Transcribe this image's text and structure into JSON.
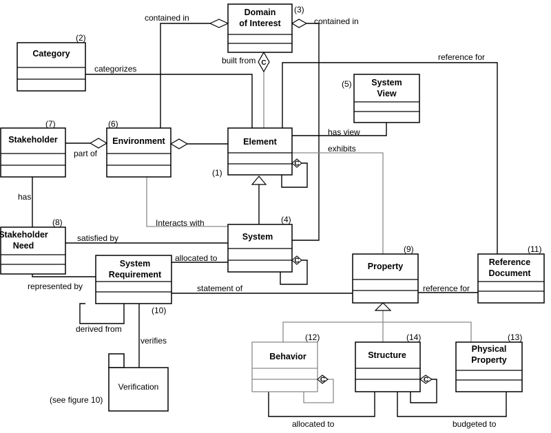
{
  "classes": {
    "domain_of_interest": {
      "line1": "Domain",
      "line2": "of Interest",
      "number": "(3)"
    },
    "category": {
      "line1": "Category",
      "number": "(2)"
    },
    "system_view": {
      "line1": "System",
      "line2": "View",
      "number": "(5)"
    },
    "stakeholder": {
      "line1": "Stakeholder",
      "number": "(7)"
    },
    "environment": {
      "line1": "Environment",
      "number": "(6)"
    },
    "element": {
      "line1": "Element",
      "number": "(1)"
    },
    "stakeholder_need": {
      "line1": "Stakeholder",
      "line2": "Need",
      "number": "(8)"
    },
    "system": {
      "line1": "System",
      "number": "(4)"
    },
    "system_requirement": {
      "line1": "System",
      "line2": "Requirement",
      "number": "(10)"
    },
    "property": {
      "line1": "Property",
      "number": "(9)"
    },
    "reference_document": {
      "line1": "Reference",
      "line2": "Document",
      "number": "(11)"
    },
    "behavior": {
      "line1": "Behavior",
      "number": "(12)"
    },
    "structure": {
      "line1": "Structure",
      "number": "(14)"
    },
    "physical_property": {
      "line1": "Physical",
      "line2": "Property",
      "number": "(13)"
    },
    "verification": {
      "line1": "Verification",
      "note": "(see figure 10)"
    }
  },
  "relations": {
    "contained_in_left": "contained in",
    "contained_in_right": "contained in",
    "built_from": "built from",
    "reference_for_top": "reference for",
    "categorizes": "categorizes",
    "has_view": "has view",
    "part_of": "part of",
    "exhibits": "exhibits",
    "has": "has",
    "interacts_with": "Interacts with",
    "satisfied_by": "satisfied by",
    "allocated_to_system": "allocated to",
    "represented_by": "represented by",
    "statement_of": "statement of",
    "reference_for_property": "reference for",
    "derived_from": "derived from",
    "verifies": "verifies",
    "allocated_to_bottom": "allocated to",
    "budgeted_to": "budgeted to"
  },
  "markers": {
    "composition": "C"
  }
}
